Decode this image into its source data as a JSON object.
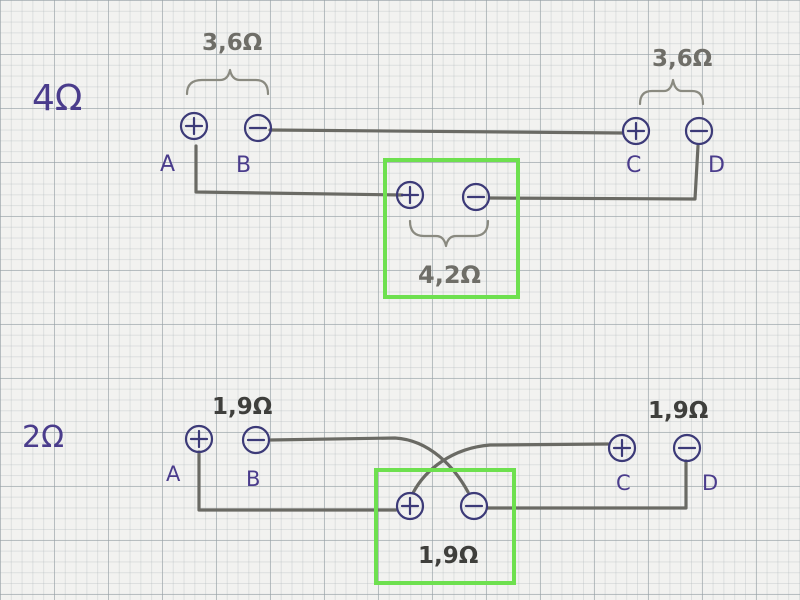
{
  "colors": {
    "pen": "#4a3c8c",
    "pencil": "#6a6a64",
    "highlight": "#6ee04f",
    "paper": "#f2f2f0"
  },
  "top_circuit": {
    "total": "4Ω",
    "pair_left_label": "3,6Ω",
    "pair_right_label": "3,6Ω",
    "center_label": "4,2Ω",
    "terminal_labels": {
      "a": "A",
      "b": "B",
      "c": "C",
      "d": "D"
    }
  },
  "bottom_circuit": {
    "total": "2Ω",
    "pair_left_label": "1,9Ω",
    "pair_right_label": "1,9Ω",
    "center_label": "1,9Ω",
    "terminal_labels": {
      "a": "A",
      "b": "B",
      "c": "C",
      "d": "D"
    }
  }
}
